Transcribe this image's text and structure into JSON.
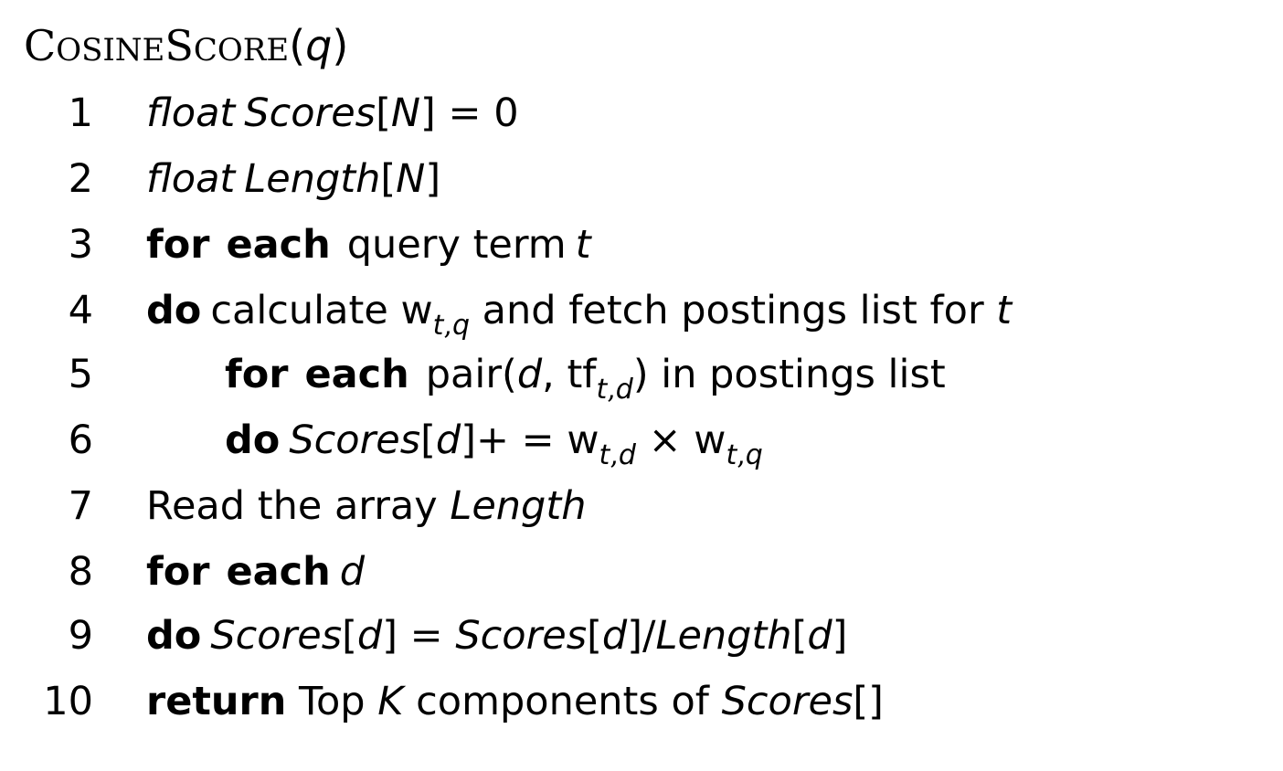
{
  "title": {
    "name_first_cap": "C",
    "name_first_rest": "OSINE",
    "name_second_cap": "S",
    "name_second_rest": "CORE",
    "open_paren": "(",
    "argument": "q",
    "close_paren": ")"
  },
  "lines": [
    {
      "num": "1",
      "type_kw": "float",
      "var": "Scores",
      "lb": "[",
      "idx": "N",
      "rb": "]",
      "eq": " = ",
      "val": "0"
    },
    {
      "num": "2",
      "type_kw": "float",
      "var": "Length",
      "lb": "[",
      "idx": "N",
      "rb": "]"
    },
    {
      "num": "3",
      "kw1": "for",
      "kw2": "each",
      "text": "query term",
      "var": "t"
    },
    {
      "num": "4",
      "kw": "do",
      "text1": "calculate w",
      "sub_t": "t",
      "sub_comma": ",",
      "sub_q": "q",
      "text2": " and fetch postings list for ",
      "var": "t"
    },
    {
      "num": "5",
      "kw1": "for",
      "kw2": "each",
      "text1": "pair(",
      "d": "d",
      "comma": ", tf",
      "sub_t": "t",
      "sub_comma": ",",
      "sub_d": "d",
      "text2": ") in postings list"
    },
    {
      "num": "6",
      "kw": "do",
      "var": "Scores",
      "lb": "[",
      "d": "d",
      "rb": "]",
      "op": "+ = w",
      "sub1_t": "t",
      "sub1_comma": ",",
      "sub1_d": "d",
      "times": " × w",
      "sub2_t": "t",
      "sub2_comma": ",",
      "sub2_q": "q"
    },
    {
      "num": "7",
      "text": "Read the array ",
      "var": "Length"
    },
    {
      "num": "8",
      "kw1": "for",
      "kw2": "each",
      "var": "d"
    },
    {
      "num": "9",
      "kw": "do",
      "var1": "Scores",
      "lb1": "[",
      "d1": "d",
      "rb1": "]",
      "eq": " = ",
      "var2": "Scores",
      "lb2": "[",
      "d2": "d",
      "rb2": "]",
      "slash": "/",
      "var3": "Length",
      "lb3": "[",
      "d3": "d",
      "rb3": "]"
    },
    {
      "num": "10",
      "kw": "return",
      "text1": " Top ",
      "K": "K",
      "text2": " components of ",
      "var": "Scores",
      "brackets": "[]"
    }
  ]
}
